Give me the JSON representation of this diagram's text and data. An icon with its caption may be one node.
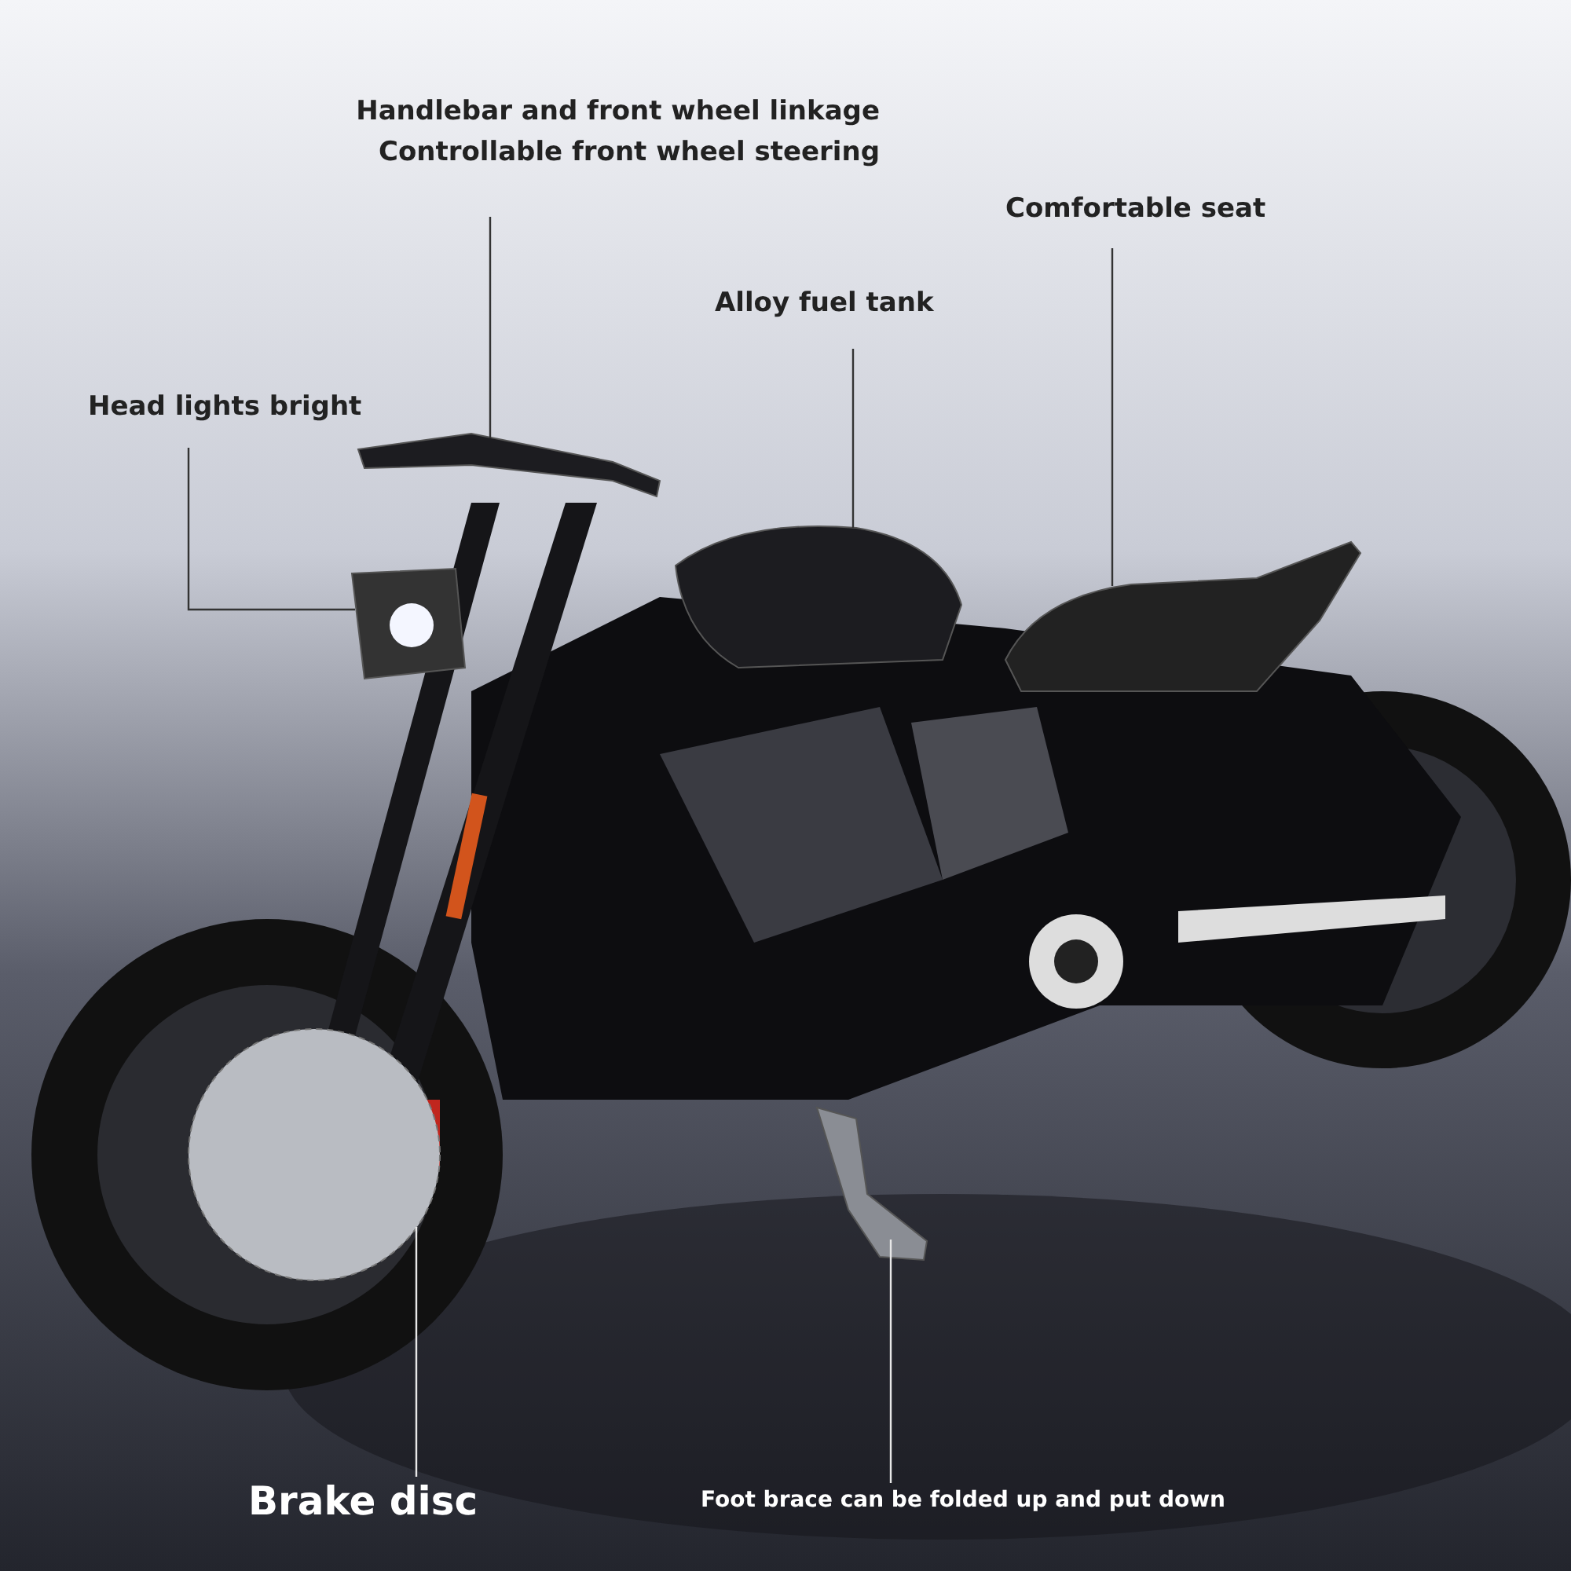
{
  "diagram": {
    "nodes": [
      {
        "text": [
          "Handlebar and front wheel linkage",
          "Controllable front wheel steering"
        ]
      },
      {
        "text": [
          "Comfortable seat"
        ]
      },
      {
        "text": [
          "Alloy fuel tank"
        ]
      },
      {
        "text": [
          "Head lights bright"
        ]
      },
      {
        "text": [
          "Brake disc"
        ]
      },
      {
        "text": [
          "Foot brace can be folded up and put down"
        ]
      },
      {
        "text": [],
        "shape": "picture"
      },
      {
        "text": [],
        "shape": "picture"
      },
      {
        "text": [],
        "shape": "picture"
      },
      {
        "text": [],
        "shape": "picture"
      },
      {
        "text": [],
        "shape": "picture"
      },
      {
        "text": [],
        "shape": "picture"
      }
    ],
    "edges": [
      {
        "from": 0,
        "to": 6,
        "arrow": "none"
      },
      {
        "from": 1,
        "to": 7,
        "arrow": "none"
      },
      {
        "from": 2,
        "to": 8,
        "arrow": "none"
      },
      {
        "from": 3,
        "to": 9,
        "arrow": "none"
      },
      {
        "from": 4,
        "to": 10,
        "arrow": "none",
        "color": "#e8e8e8"
      },
      {
        "from": 5,
        "to": 11,
        "arrow": "none",
        "color": "#e8e8e8"
      }
    ]
  }
}
